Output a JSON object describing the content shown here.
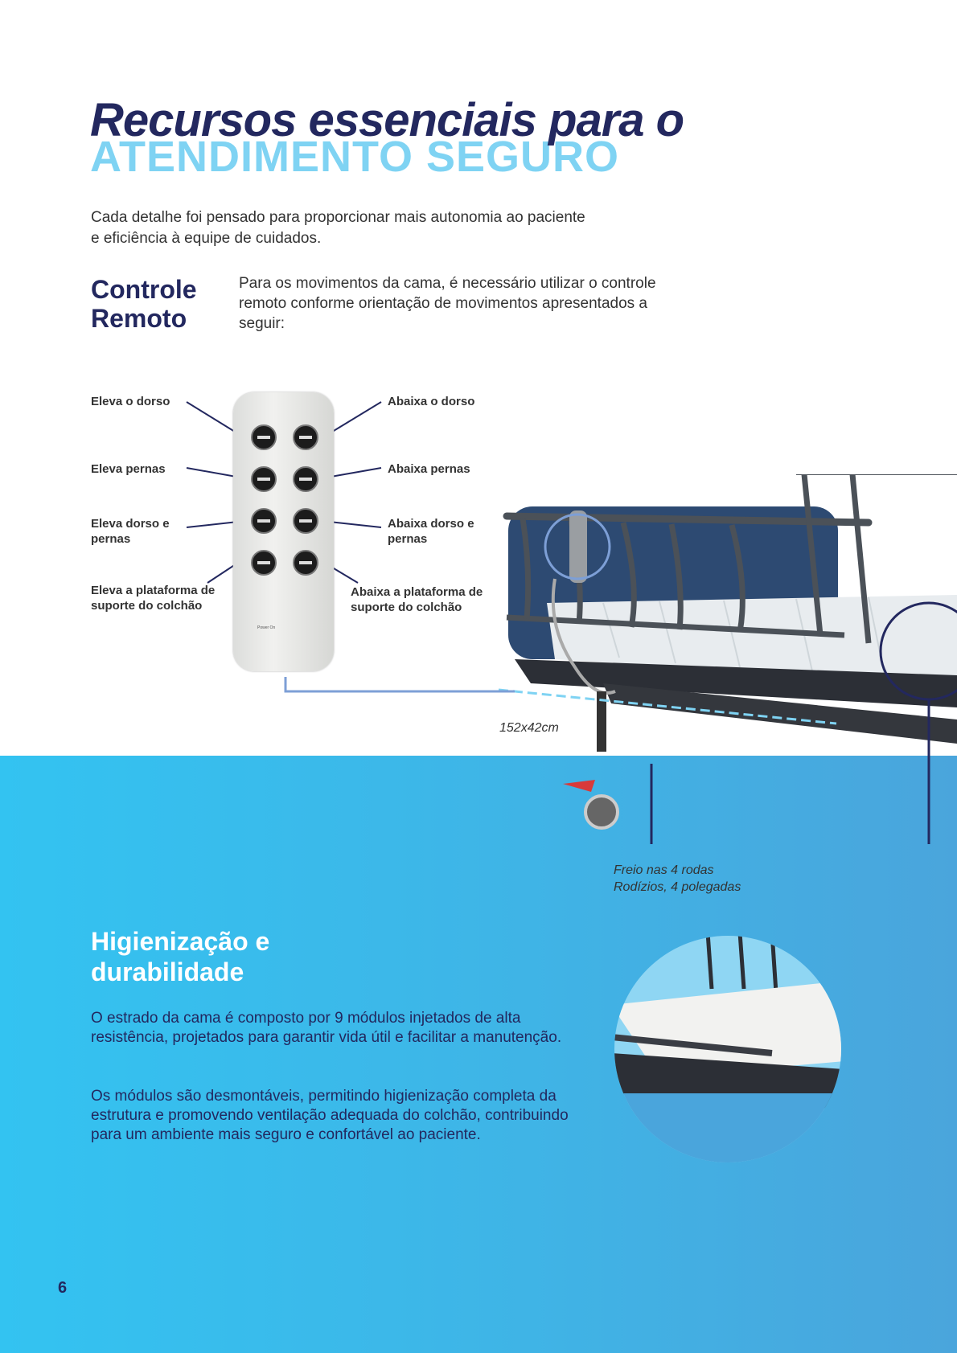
{
  "title": {
    "line1": "Recursos essenciais para o",
    "line2": "ATENDIMENTO SEGURO"
  },
  "intro": "Cada detalhe foi pensado para proporcionar mais autonomia ao paciente e eficiência à equipe de cuidados.",
  "remote_section": {
    "heading_line1": "Controle",
    "heading_line2": "Remoto",
    "description": "Para os movimentos da cama, é necessário utilizar o controle remoto conforme orientação de movimentos apresentados a seguir:",
    "remote_text": "Power On",
    "labels_left": [
      "Eleva o dorso",
      "Eleva pernas",
      "Eleva dorso e pernas",
      "Eleva a plataforma de suporte do colchão"
    ],
    "labels_right": [
      "Abaixa o dorso",
      "Abaixa pernas",
      "Abaixa dorso e pernas",
      "Abaixa a plataforma de suporte do colchão"
    ]
  },
  "bed": {
    "dimension": "152x42cm",
    "wheels_line1": "Freio nas 4 rodas",
    "wheels_line2": "Rodízios, 4 polegadas"
  },
  "hygiene": {
    "heading_line1": "Higienização e",
    "heading_line2": "durabilidade",
    "paragraph1": "O estrado da cama é composto por 9 módulos injetados de alta resistência, projetados para garantir vida útil e facilitar a manutenção.",
    "paragraph2": "Os módulos são desmontáveis, permitindo higienização completa da estrutura e promovendo ventilação adequada do colchão, contribuindo para um ambiente mais seguro e confortável ao paciente."
  },
  "page_number": "6",
  "colors": {
    "navy": "#23285f",
    "light_blue": "#7fd3f3",
    "section_blue": "#33c3f1"
  }
}
